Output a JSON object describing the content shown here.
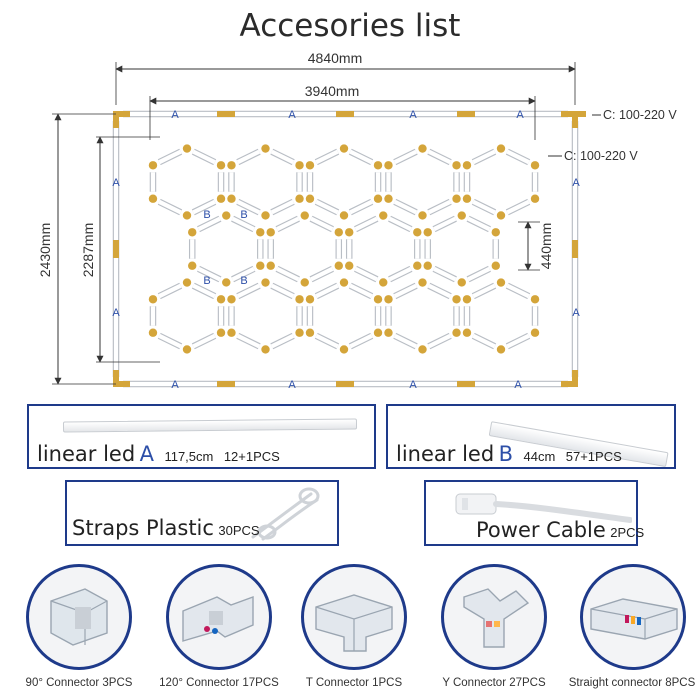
{
  "title": "Accesories list",
  "dimensions": {
    "outer_width": "4840mm",
    "inner_width": "3940mm",
    "outer_height": "2430mm",
    "inner_height": "2287mm",
    "segment": "440mm",
    "power_1": "C: 100-220 V",
    "power_2": "C: 100-220 V"
  },
  "segment_labels": {
    "a": "A",
    "b": "B"
  },
  "colors": {
    "gold": "#d4a53a",
    "accent": "#2d4fa8",
    "border": "#1e3a8a"
  },
  "items": {
    "led_a": {
      "name": "linear led",
      "letter": "A",
      "length": "117,5cm",
      "qty": "12+1PCS"
    },
    "led_b": {
      "name": "linear led",
      "letter": "B",
      "length": "44cm",
      "qty": "57+1PCS"
    },
    "straps": {
      "name": "Straps Plastic",
      "qty": "30PCS"
    },
    "power": {
      "name": "Power Cable",
      "qty": "2PCS"
    }
  },
  "connectors": [
    {
      "label": "90° Connector 3PCS"
    },
    {
      "label": "120° Connector 17PCS"
    },
    {
      "label": "T Connector 1PCS"
    },
    {
      "label": "Y Connector 27PCS"
    },
    {
      "label": "Straight connector 8PCS"
    }
  ]
}
